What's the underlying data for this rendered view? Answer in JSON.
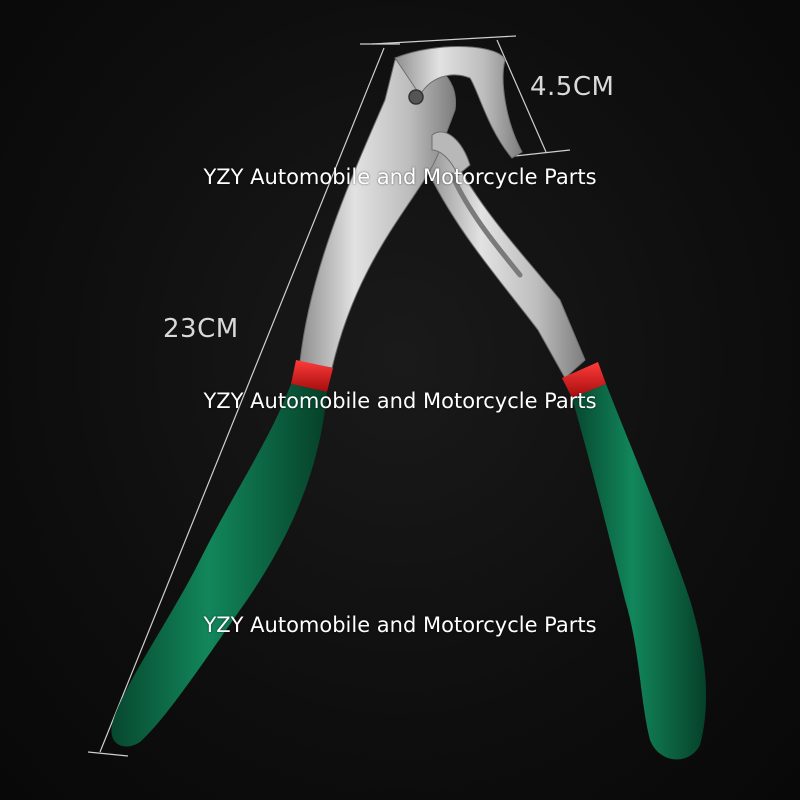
{
  "product": {
    "name": "water-pump-pliers",
    "colors": {
      "handle": "#0f7a52",
      "handle_dark": "#0a5a3c",
      "collar": "#d11a1a",
      "metal": "#c9c9c9",
      "metal_dark": "#9a9a9a",
      "background": "#0d0d0d"
    }
  },
  "dimensions": {
    "jaw_opening": "4.5CM",
    "overall_length": "23CM"
  },
  "watermarks": [
    "YZY Automobile and Motorcycle Parts",
    "YZY Automobile and Motorcycle Parts",
    "YZY Automobile and Motorcycle Parts"
  ]
}
